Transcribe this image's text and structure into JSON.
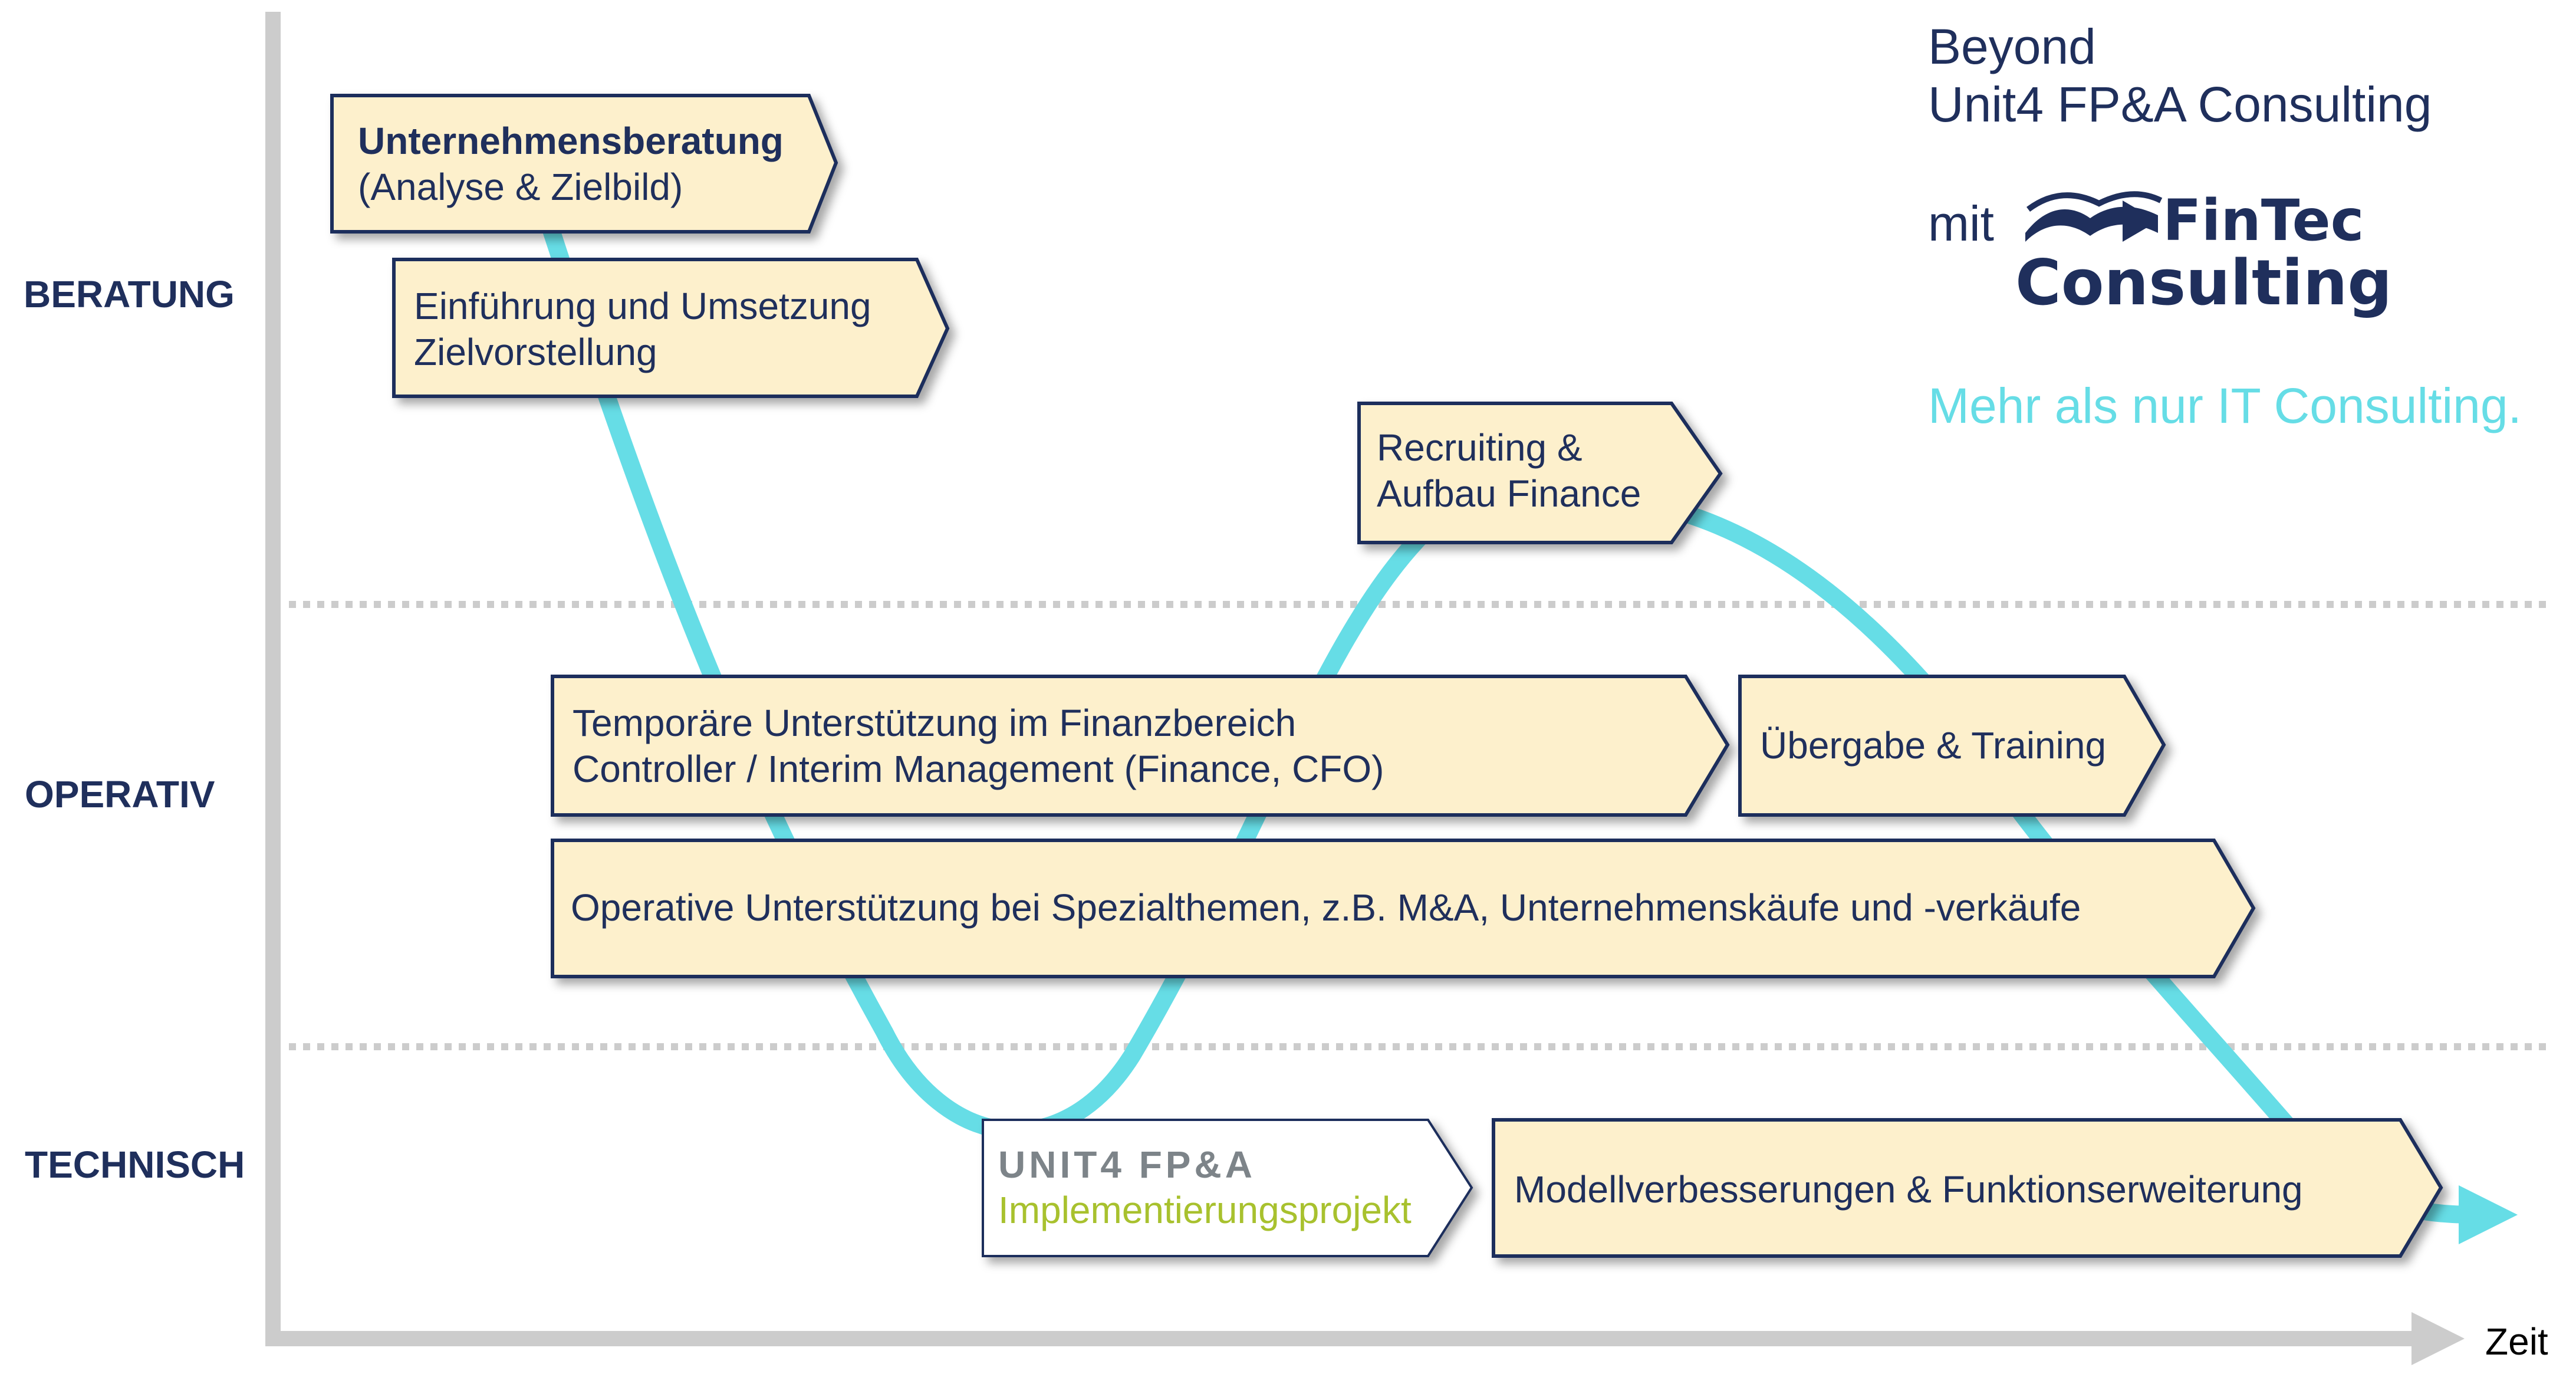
{
  "lanes": {
    "beratung": "BERATUNG",
    "operativ": "OPERATIV",
    "technisch": "TECHNISCH"
  },
  "axis": {
    "x_label": "Zeit"
  },
  "boxes": {
    "unternehmensberatung": {
      "title": "Unternehmensberatung",
      "subtitle": "(Analyse & Zielbild)"
    },
    "einfuehrung": {
      "line1": "Einführung und Umsetzung",
      "line2": "Zielvorstellung"
    },
    "recruiting": {
      "line1": "Recruiting &",
      "line2": "Aufbau Finance"
    },
    "temporaer": {
      "line1": "Temporäre Unterstützung im Finanzbereich",
      "line2": "Controller / Interim Management (Finance, CFO)"
    },
    "uebergabe": {
      "label": "Übergabe & Training"
    },
    "operative": {
      "label": "Operative Unterstützung bei Spezialthemen, z.B. M&A, Unternehmenskäufe und -verkäufe"
    },
    "unit4": {
      "logo": "UNIT4 FP&A",
      "label": "Implementierungsprojekt"
    },
    "modell": {
      "label": "Modellverbesserungen & Funktionserweiterung"
    }
  },
  "side": {
    "line1": "Beyond",
    "line2": "Unit4 FP&A Consulting",
    "mit": "mit",
    "logo_line1": "FinTec",
    "logo_line2": "Consulting",
    "tagline": "Mehr als nur IT Consulting."
  },
  "colors": {
    "box_fill": "#fdf0cc",
    "box_border": "#1f2f5c",
    "curve": "#66dde6",
    "axis": "#cccccc",
    "text": "#1f2f5c",
    "unit4_green": "#a8c12e"
  }
}
